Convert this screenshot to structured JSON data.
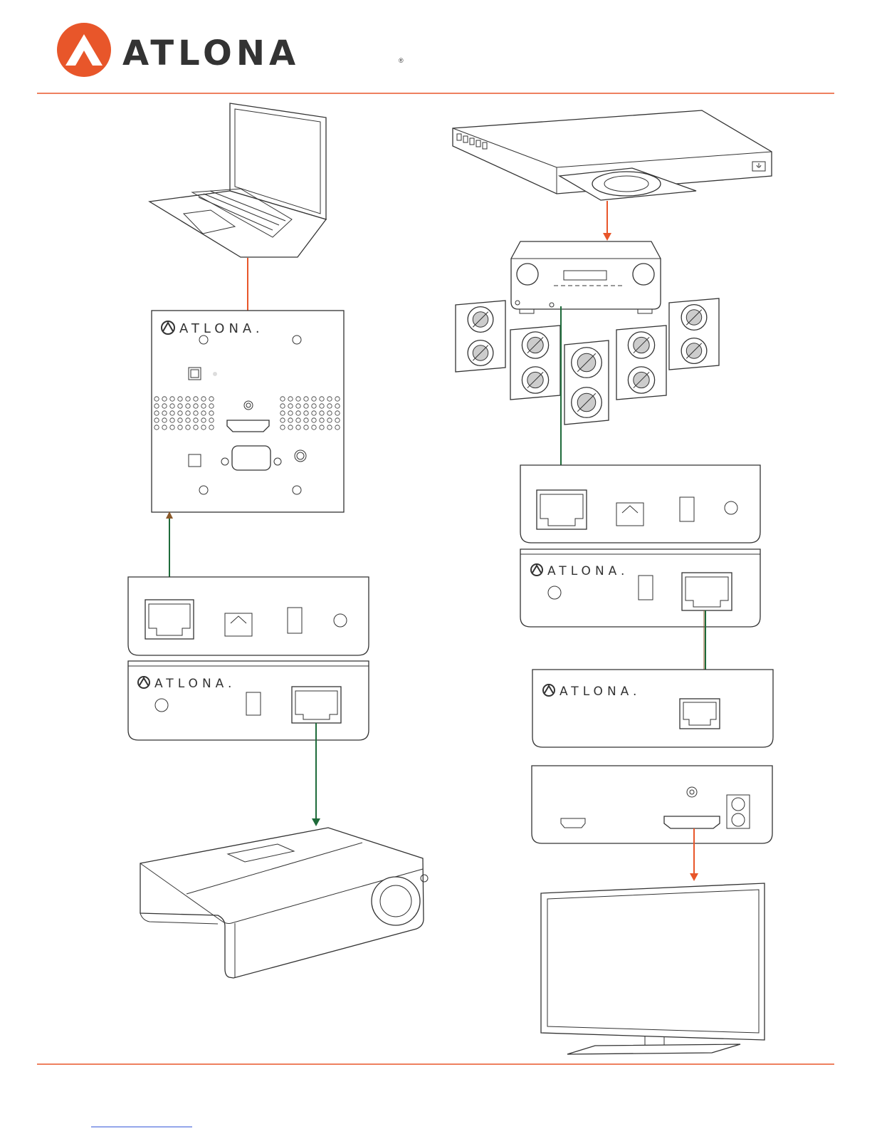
{
  "header": {
    "brand_name": "ATLONA",
    "trademark": "®"
  },
  "device_logos": {
    "wallplate": "ATLONA.",
    "left_transmitter": "ATLONA.",
    "right_transmitter": "ATLONA.",
    "right_receiver": "ATLONA."
  },
  "colors": {
    "accent_orange": "#E8562A",
    "hdbaset_green": "#1E6B3A",
    "rule": "#E8562A",
    "outline": "#333333"
  },
  "icons": [
    "laptop-icon",
    "wallplate-icon",
    "hdbaset-box-icon",
    "projector-icon",
    "bluray-player-icon",
    "av-receiver-icon",
    "speaker-icon",
    "tv-icon",
    "power-icon"
  ],
  "footer": {
    "link_text": ""
  }
}
